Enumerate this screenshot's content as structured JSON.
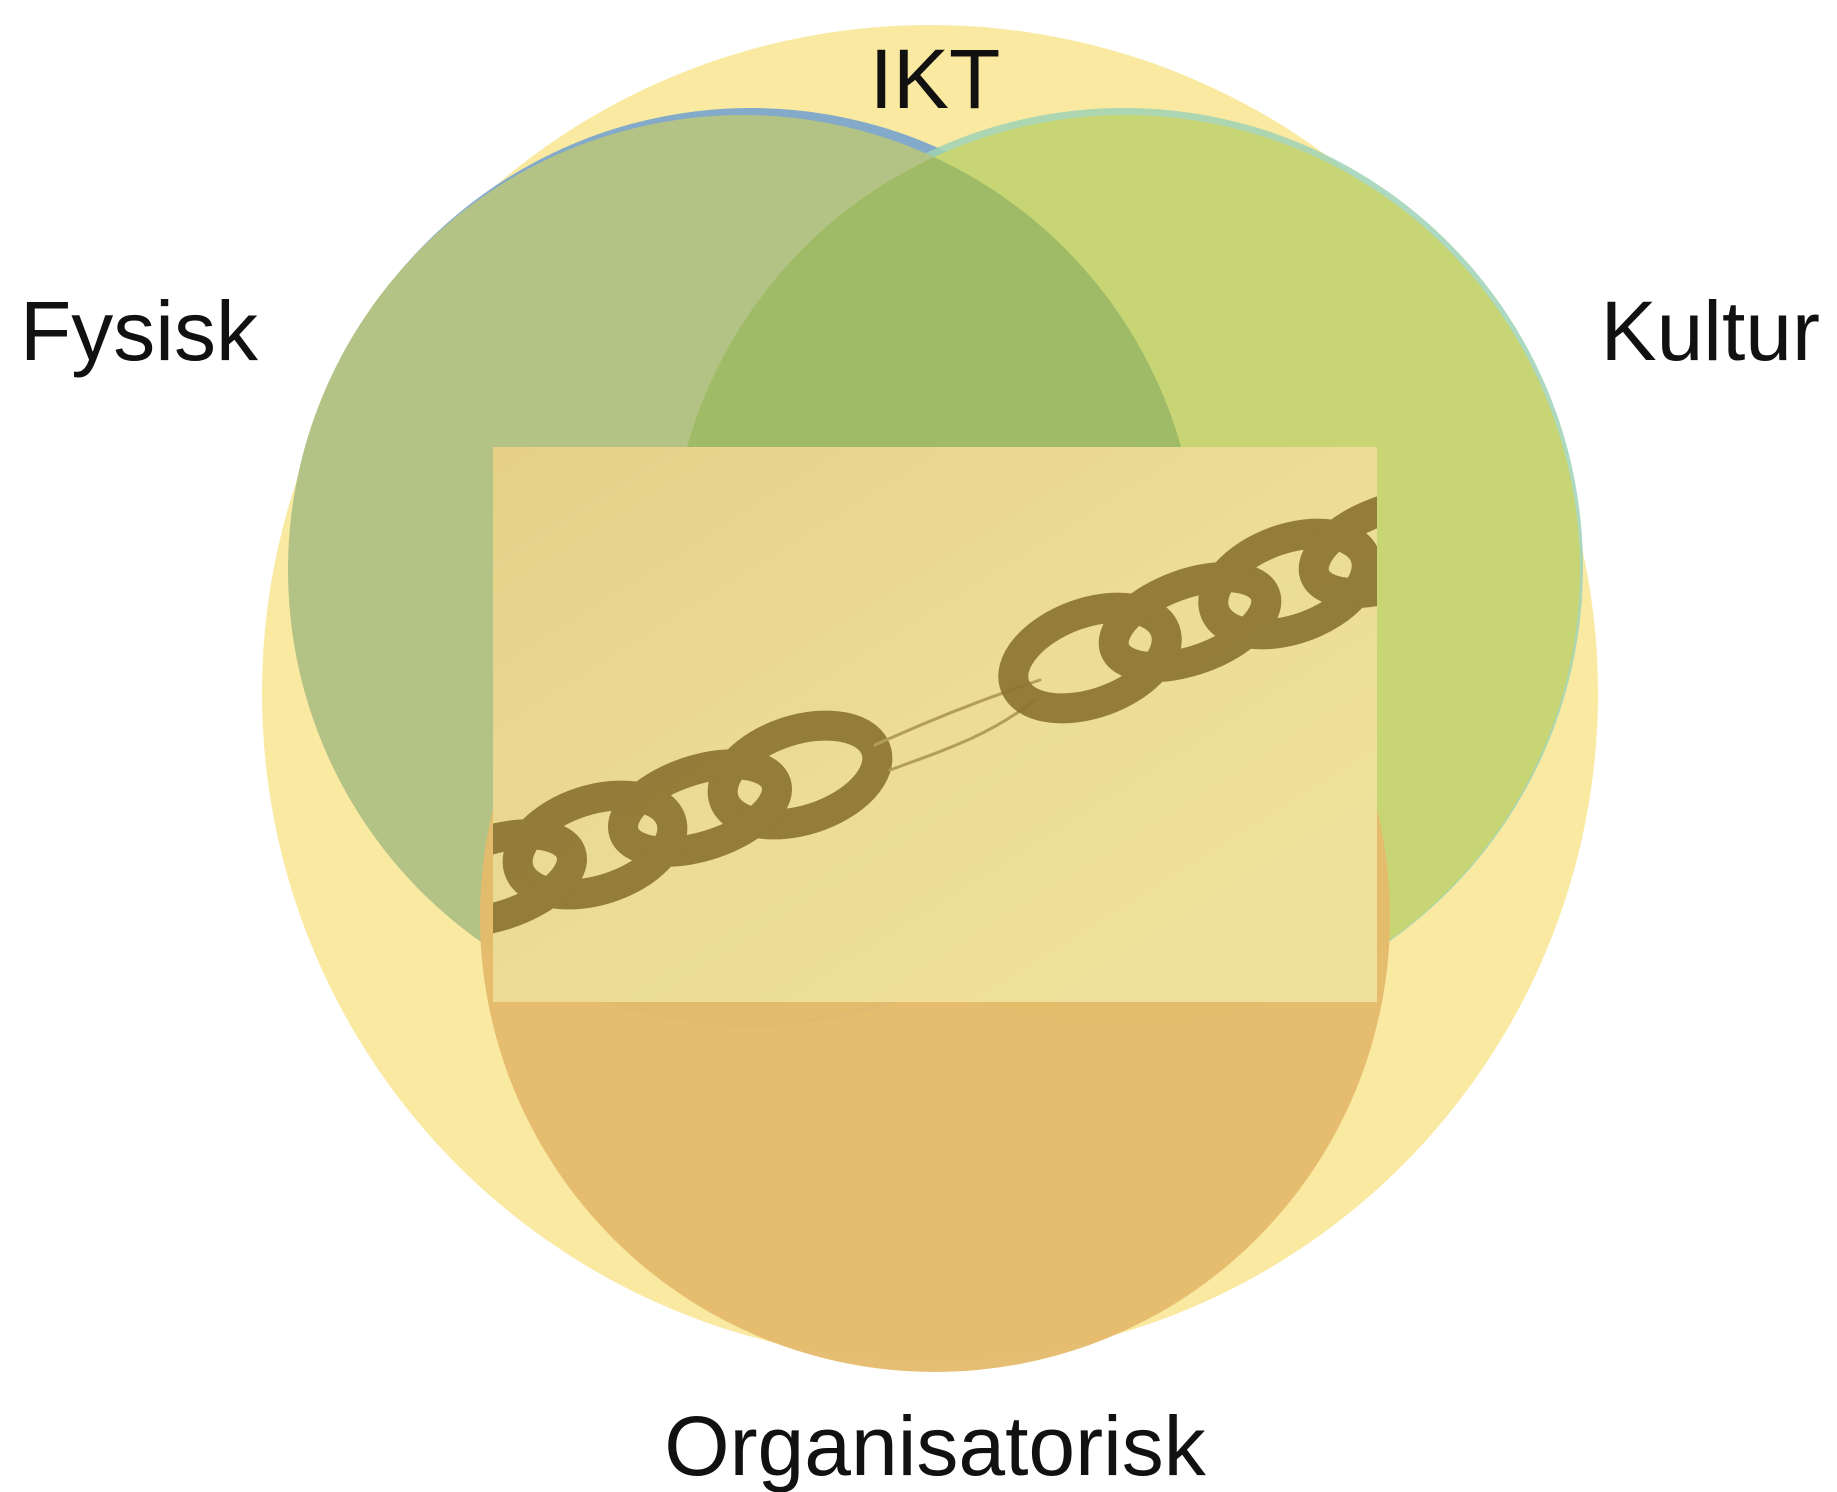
{
  "diagram": {
    "labels": {
      "top": "IKT",
      "left": "Fysisk",
      "right": "Kultur",
      "bottom": "Organisatorisk"
    },
    "colors": {
      "background": "#ffffff",
      "outer_circle": "#f9e9a1",
      "fysisk_circle": "#b3c285",
      "kultur_circle": "#c7d574",
      "overlap_top": "#9fbb67",
      "organisatorisk_circle": "#e5bb6c",
      "left_edge_blue": "#6e9fcf",
      "right_edge_teal": "#9fd2b5",
      "image_background": "#ecdc94",
      "chain_color": "#8a7330"
    },
    "central_image": {
      "icon": "broken-chain-icon"
    }
  }
}
